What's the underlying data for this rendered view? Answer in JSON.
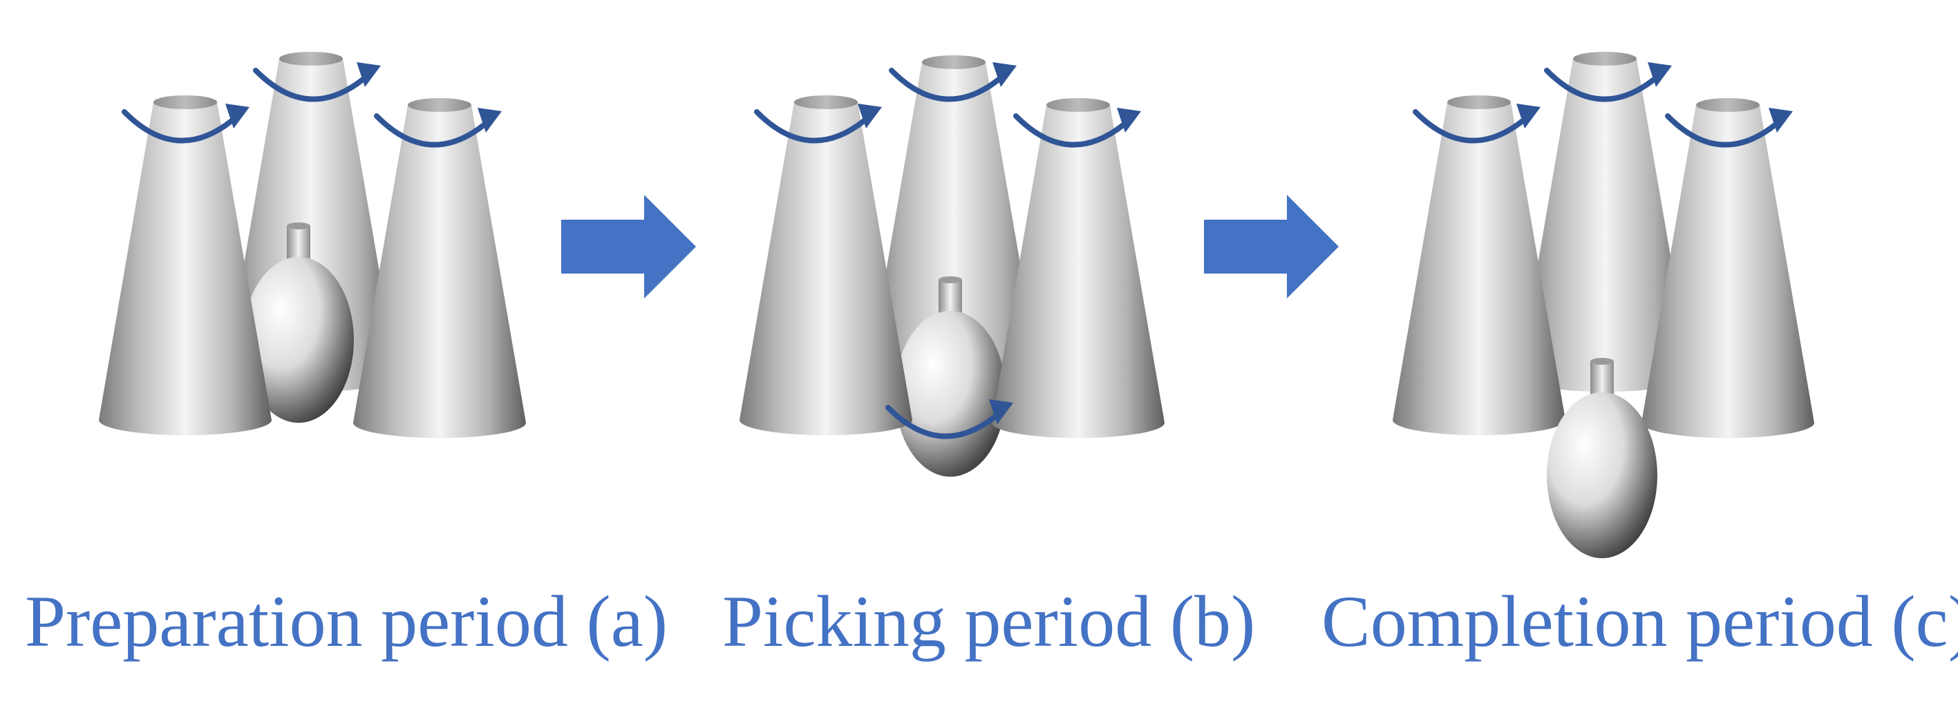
{
  "colors": {
    "label_text": "#4472c4",
    "arrow_fill": "#4472c4",
    "rotation_arrow": "#2f5597",
    "cone_dark": "#6f6f6f",
    "cone_light": "#f4f4f4",
    "background": "#ffffff"
  },
  "periods": [
    {
      "label": "Preparation period (a)",
      "rollers": 3,
      "rotating_ball": false,
      "ball_state": "held between rollers"
    },
    {
      "label": "Picking period (b)",
      "rollers": 3,
      "rotating_ball": true,
      "ball_state": "pulled down through rollers"
    },
    {
      "label": "Completion period (c)",
      "rollers": 3,
      "rotating_ball": false,
      "ball_state": "released below rollers"
    }
  ],
  "transition_arrows": [
    "arrow-right-icon",
    "arrow-right-icon"
  ],
  "icons": {
    "roller": "cone-roller-icon",
    "rotation": "rotation-arrow-icon",
    "ball": "ball-fruit-icon",
    "transition": "arrow-right-icon"
  }
}
